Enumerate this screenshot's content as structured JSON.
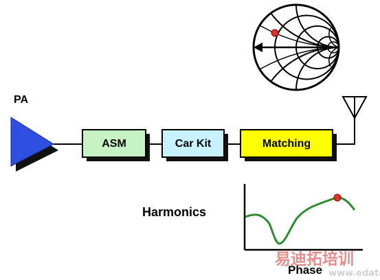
{
  "labels": {
    "pa": "PA",
    "harmonics": "Harmonics",
    "phase": "Phase"
  },
  "blocks": [
    {
      "label": "ASM",
      "color": "#c6f2c4"
    },
    {
      "label": "Car Kit",
      "color": "#c8f2ff"
    },
    {
      "label": "Matching",
      "color": "#ffff00"
    }
  ],
  "colors": {
    "amplifier": "#2f4fe0",
    "curve": "#2e8b2e",
    "marker": "#e03030",
    "shadow": "#111111"
  },
  "watermark": {
    "cn": "易迪拓培训",
    "url": "www.edatop.com",
    "color": "#e07a7a"
  },
  "icons": [
    "amplifier-icon",
    "antenna-icon",
    "smith-chart-icon"
  ]
}
